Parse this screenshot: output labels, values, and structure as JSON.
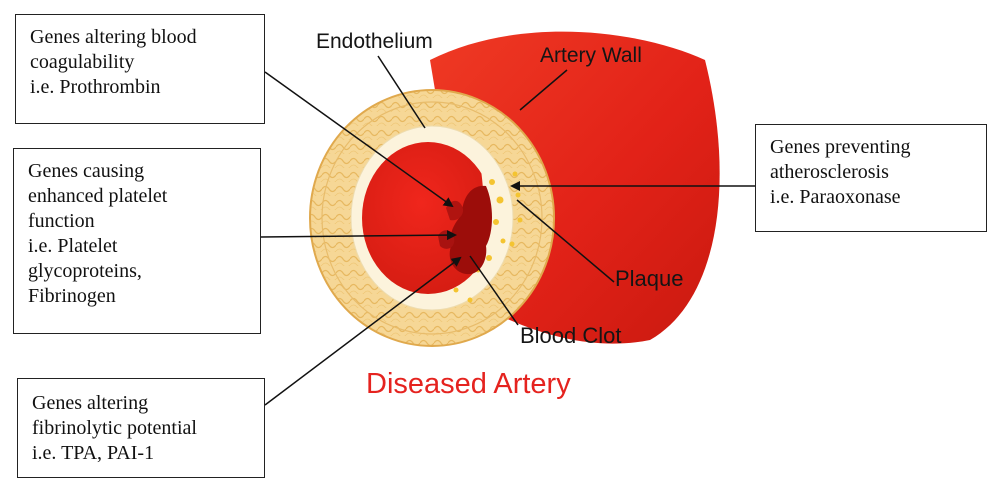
{
  "boxes": {
    "coagulability": "Genes altering blood\ncoagulability\ni.e. Prothrombin",
    "platelet": "Genes causing\nenhanced platelet\nfunction\ni.e. Platelet\nglycoproteins,\nFibrinogen",
    "fibrinolytic": "Genes altering\nfibrinolytic potential\ni.e. TPA, PAI-1",
    "prevention": "Genes preventing\natherosclerosis\ni.e. Paraoxonase"
  },
  "labels": {
    "endothelium": "Endothelium",
    "artery_wall": "Artery Wall",
    "plaque": "Plaque",
    "blood_clot": "Blood Clot",
    "title": "Diseased Artery"
  },
  "colors": {
    "title": "#e5231f",
    "artery_red": "#e3231b",
    "wall_tan": "#f6d796",
    "endothelium": "#fcf3dc",
    "plaque_dots": "#f4c430",
    "clot": "#9c0d0a"
  }
}
